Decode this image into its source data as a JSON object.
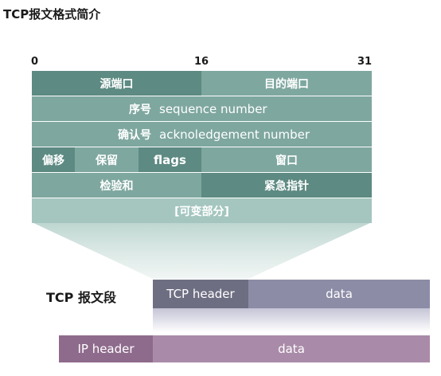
{
  "title": "TCP报文格式简介",
  "bit_positions": [
    "0",
    "16",
    "31"
  ],
  "rows": {
    "row1": {
      "src_port": "源端口",
      "dst_port": "目的端口"
    },
    "row2": {
      "label": "序号",
      "english": "sequence number"
    },
    "row3": {
      "label": "确认号",
      "english": "acknoledgement number"
    },
    "row4": {
      "offset": "偏移",
      "reserved": "保留",
      "flags": "flags",
      "window": "窗口"
    },
    "row5": {
      "checksum": "检验和",
      "urgent": "紧急指针"
    },
    "row6": {
      "options": "[可变部分]"
    }
  },
  "segment": {
    "label": "TCP 报文段",
    "tcp_header": "TCP header",
    "data": "data"
  },
  "ip": {
    "ip_header": "IP header",
    "data": "data"
  },
  "colors": {
    "dark_teal": "#5d8a82",
    "mid_teal": "#7ea79f",
    "light_teal": "#a4c6bf",
    "tcp_header": "#6e6e83",
    "tcp_data": "#8c8ca6",
    "ip_header": "#8e6b8c",
    "ip_data": "#a98aa8"
  }
}
